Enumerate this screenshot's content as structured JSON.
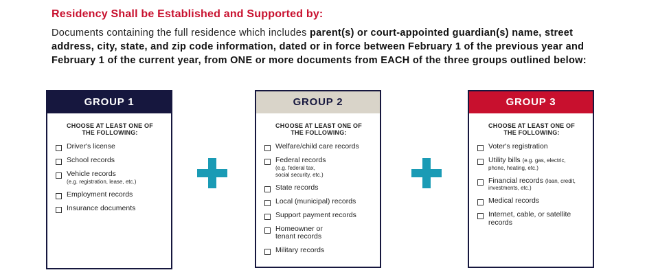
{
  "heading": "Residency Shall be Established and Supported by:",
  "intro": {
    "plain": "Documents containing the full residence which includes ",
    "bold": "parent(s) or court-appointed guardian(s) name, street address, city, state, and zip code information, dated or in force between February 1 of the previous year and February 1 of the current year, from ONE or more documents from EACH of the three groups outlined below:"
  },
  "colors": {
    "navy": "#16173e",
    "beige": "#d9d4c9",
    "red": "#c8102e",
    "teal": "#1a9bb5"
  },
  "groups": [
    {
      "title": "GROUP 1",
      "choose": [
        "CHOOSE AT LEAST ONE OF",
        "THE FOLLOWING:"
      ],
      "items": [
        {
          "label": "Driver's license"
        },
        {
          "label": "School records"
        },
        {
          "label": "Vehicle records",
          "note": "(e.g. registration, lease, etc.)"
        },
        {
          "label": "Employment records"
        },
        {
          "label": "Insurance documents"
        }
      ]
    },
    {
      "title": "GROUP 2",
      "choose": [
        "CHOOSE AT LEAST ONE OF",
        "THE FOLLOWING:"
      ],
      "items": [
        {
          "label": "Welfare/child care records"
        },
        {
          "label": "Federal records",
          "note": "(e.g. federal tax,",
          "note2": "social security, etc.)"
        },
        {
          "label": "State records"
        },
        {
          "label": "Local (municipal) records"
        },
        {
          "label": "Support payment records"
        },
        {
          "label": "Homeowner or",
          "label2": "tenant records"
        },
        {
          "label": "Military records"
        }
      ]
    },
    {
      "title": "GROUP 3",
      "choose": [
        "CHOOSE AT LEAST ONE OF",
        "THE FOLLOWING:"
      ],
      "items": [
        {
          "label": "Voter's registration"
        },
        {
          "label": "Utility bills",
          "inline": "(e.g. gas, electric,",
          "note": "phone, heating, etc.)"
        },
        {
          "label": "Financial records",
          "inline": "(loan, credit,",
          "note": "investments, etc.)"
        },
        {
          "label": "Medical records"
        },
        {
          "label": "Internet, cable, or satellite",
          "label2": "records"
        }
      ]
    }
  ]
}
